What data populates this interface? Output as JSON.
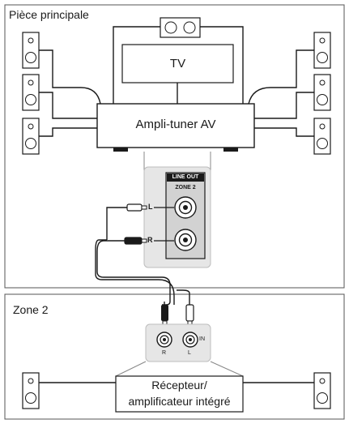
{
  "rooms": {
    "main": {
      "title": "Pièce principale"
    },
    "zone2": {
      "title": "Zone 2"
    }
  },
  "devices": {
    "tv": {
      "label": "TV"
    },
    "av_receiver": {
      "label": "Ampli-tuner AV"
    },
    "zone2_receiver": {
      "label_line1": "Récepteur/",
      "label_line2": "amplificateur intégré"
    }
  },
  "line_out_panel": {
    "header": "LINE OUT",
    "sub": "ZONE 2",
    "left_pin": "L",
    "right_pin": "R"
  },
  "zone2_input": {
    "right_label": "R",
    "left_label": "L",
    "in_label": "IN"
  },
  "colors": {
    "line": "#1a1a1a",
    "panel_bg": "#e6e6e6",
    "jack_bg": "#d2d2d2",
    "room_border": "#555555"
  }
}
